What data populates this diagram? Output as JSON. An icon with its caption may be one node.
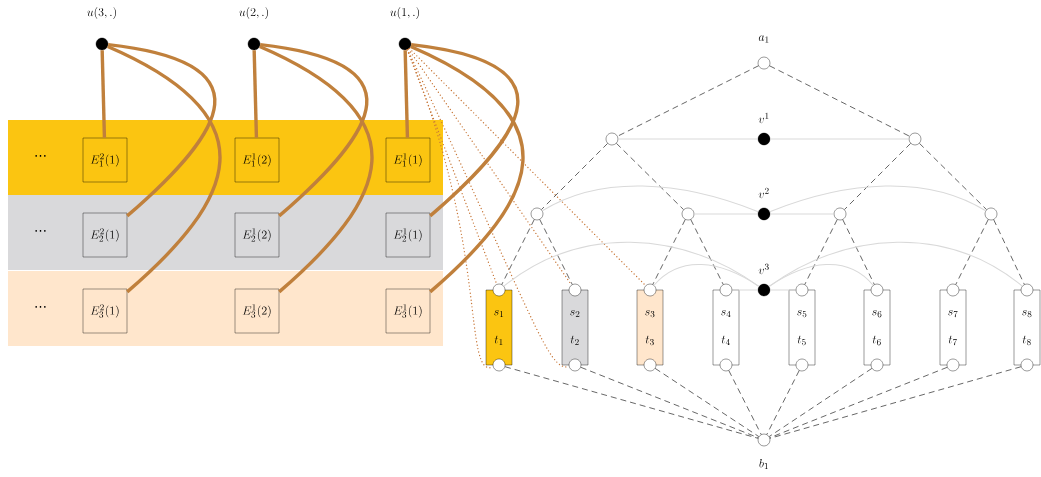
{
  "diagram": {
    "nodes": [
      {
        "text": [],
        "shape": "dot",
        "beside": [
          "u(3,.)"
        ]
      },
      {
        "text": [],
        "shape": "dot",
        "beside": [
          "u(2,.)"
        ]
      },
      {
        "text": [],
        "shape": "dot",
        "beside": [
          "u(1,.)"
        ]
      },
      {
        "text": [
          "⋯"
        ]
      },
      {
        "text": [
          "E_1^2(1)"
        ],
        "in": 3
      },
      {
        "text": [
          "E_1^1(2)"
        ],
        "in": 3
      },
      {
        "text": [
          "E_1^1(1)"
        ],
        "in": 3
      },
      {
        "text": [
          "⋯"
        ]
      },
      {
        "text": [
          "E_2^2(1)"
        ],
        "in": 7
      },
      {
        "text": [
          "E_2^1(2)"
        ],
        "in": 7
      },
      {
        "text": [
          "E_2^1(1)"
        ],
        "in": 7
      },
      {
        "text": [
          "⋯"
        ]
      },
      {
        "text": [
          "E_3^2(1)"
        ],
        "in": 11
      },
      {
        "text": [
          "E_3^1(2)"
        ],
        "in": 11
      },
      {
        "text": [
          "E_3^1(1)"
        ],
        "in": 11
      },
      {
        "text": [],
        "shape": "circle",
        "beside": [
          "a_1"
        ]
      },
      {
        "text": [],
        "shape": "circle"
      },
      {
        "text": [],
        "shape": "dot",
        "beside": [
          "v^1"
        ]
      },
      {
        "text": [],
        "shape": "circle"
      },
      {
        "text": [],
        "shape": "circle"
      },
      {
        "text": [],
        "shape": "circle"
      },
      {
        "text": [],
        "shape": "dot",
        "beside": [
          "v^2"
        ]
      },
      {
        "text": [],
        "shape": "circle"
      },
      {
        "text": [],
        "shape": "circle"
      },
      {
        "text": [],
        "shape": "dot",
        "beside": [
          "v^3"
        ]
      },
      {
        "text": [
          "s_1",
          "t_1"
        ]
      },
      {
        "text": [
          "s_2",
          "t_2"
        ]
      },
      {
        "text": [
          "s_3",
          "t_3"
        ]
      },
      {
        "text": [
          "s_4",
          "t_4"
        ]
      },
      {
        "text": [
          "s_5",
          "t_5"
        ]
      },
      {
        "text": [
          "s_6",
          "t_6"
        ]
      },
      {
        "text": [
          "s_7",
          "t_7"
        ]
      },
      {
        "text": [
          "s_8",
          "t_8"
        ]
      },
      {
        "text": [],
        "shape": "circle"
      },
      {
        "text": [],
        "shape": "circle"
      },
      {
        "text": [],
        "shape": "circle"
      },
      {
        "text": [],
        "shape": "circle"
      },
      {
        "text": [],
        "shape": "circle"
      },
      {
        "text": [],
        "shape": "circle"
      },
      {
        "text": [],
        "shape": "circle"
      },
      {
        "text": [],
        "shape": "circle"
      },
      {
        "text": [],
        "shape": "circle"
      },
      {
        "text": [],
        "shape": "circle"
      },
      {
        "text": [],
        "shape": "circle"
      },
      {
        "text": [],
        "shape": "circle"
      },
      {
        "text": [],
        "shape": "circle"
      },
      {
        "text": [],
        "shape": "circle"
      },
      {
        "text": [],
        "shape": "circle"
      },
      {
        "text": [],
        "shape": "circle"
      },
      {
        "text": [],
        "shape": "circle",
        "beside": [
          "b_1"
        ]
      }
    ],
    "edges": [
      {
        "from": 0,
        "to": 4,
        "arrow": "none",
        "style": "thick",
        "color": "#c0803c"
      },
      {
        "from": 0,
        "to": 8,
        "arrow": "none",
        "style": "thick",
        "color": "#c0803c"
      },
      {
        "from": 0,
        "to": 12,
        "arrow": "none",
        "style": "thick",
        "color": "#c0803c"
      },
      {
        "from": 1,
        "to": 5,
        "arrow": "none",
        "style": "thick",
        "color": "#c0803c"
      },
      {
        "from": 1,
        "to": 9,
        "arrow": "none",
        "style": "thick",
        "color": "#c0803c"
      },
      {
        "from": 1,
        "to": 13,
        "arrow": "none",
        "style": "thick",
        "color": "#c0803c"
      },
      {
        "from": 2,
        "to": 6,
        "arrow": "none",
        "style": "thick",
        "color": "#c0803c"
      },
      {
        "from": 2,
        "to": 10,
        "arrow": "none",
        "style": "thick",
        "color": "#c0803c"
      },
      {
        "from": 2,
        "to": 14,
        "arrow": "none",
        "style": "thick",
        "color": "#c0803c"
      },
      {
        "from": 2,
        "to": 33,
        "arrow": "none",
        "style": "dashed",
        "color": "#c8783a"
      },
      {
        "from": 2,
        "to": 41,
        "arrow": "none",
        "style": "dashed",
        "color": "#c8783a"
      },
      {
        "from": 2,
        "to": 34,
        "arrow": "none",
        "style": "dashed",
        "color": "#c8783a"
      },
      {
        "from": 2,
        "to": 42,
        "arrow": "none",
        "style": "dashed",
        "color": "#c8783a"
      },
      {
        "from": 2,
        "to": 35,
        "arrow": "none",
        "style": "dashed",
        "color": "#c8783a"
      },
      {
        "from": 15,
        "to": 16,
        "arrow": "none",
        "style": "dashed"
      },
      {
        "from": 15,
        "to": 18,
        "arrow": "none",
        "style": "dashed"
      },
      {
        "from": 16,
        "to": 19,
        "arrow": "none",
        "style": "dashed"
      },
      {
        "from": 16,
        "to": 20,
        "arrow": "none",
        "style": "dashed"
      },
      {
        "from": 18,
        "to": 22,
        "arrow": "none",
        "style": "dashed"
      },
      {
        "from": 18,
        "to": 23,
        "arrow": "none",
        "style": "dashed"
      },
      {
        "from": 19,
        "to": 33,
        "arrow": "none",
        "style": "dashed"
      },
      {
        "from": 19,
        "to": 34,
        "arrow": "none",
        "style": "dashed"
      },
      {
        "from": 20,
        "to": 35,
        "arrow": "none",
        "style": "dashed"
      },
      {
        "from": 20,
        "to": 36,
        "arrow": "none",
        "style": "dashed"
      },
      {
        "from": 22,
        "to": 37,
        "arrow": "none",
        "style": "dashed"
      },
      {
        "from": 22,
        "to": 38,
        "arrow": "none",
        "style": "dashed"
      },
      {
        "from": 23,
        "to": 39,
        "arrow": "none",
        "style": "dashed"
      },
      {
        "from": 23,
        "to": 40,
        "arrow": "none",
        "style": "dashed"
      },
      {
        "from": 41,
        "to": 49,
        "arrow": "none",
        "style": "dashed"
      },
      {
        "from": 42,
        "to": 49,
        "arrow": "none",
        "style": "dashed"
      },
      {
        "from": 43,
        "to": 49,
        "arrow": "none",
        "style": "dashed"
      },
      {
        "from": 44,
        "to": 49,
        "arrow": "none",
        "style": "dashed"
      },
      {
        "from": 45,
        "to": 49,
        "arrow": "none",
        "style": "dashed"
      },
      {
        "from": 46,
        "to": 49,
        "arrow": "none",
        "style": "dashed"
      },
      {
        "from": 47,
        "to": 49,
        "arrow": "none",
        "style": "dashed"
      },
      {
        "from": 48,
        "to": 49,
        "arrow": "none",
        "style": "dashed"
      },
      {
        "from": 16,
        "to": 17,
        "arrow": "none",
        "color": "#d9d9d9"
      },
      {
        "from": 17,
        "to": 18,
        "arrow": "none",
        "color": "#d9d9d9"
      },
      {
        "from": 19,
        "to": 21,
        "arrow": "none",
        "color": "#d9d9d9"
      },
      {
        "from": 20,
        "to": 21,
        "arrow": "none",
        "color": "#d9d9d9"
      },
      {
        "from": 21,
        "to": 22,
        "arrow": "none",
        "color": "#d9d9d9"
      },
      {
        "from": 21,
        "to": 23,
        "arrow": "none",
        "color": "#d9d9d9"
      },
      {
        "from": 33,
        "to": 24,
        "arrow": "none",
        "color": "#d9d9d9"
      },
      {
        "from": 35,
        "to": 24,
        "arrow": "none",
        "color": "#d9d9d9"
      },
      {
        "from": 36,
        "to": 24,
        "arrow": "none",
        "color": "#d9d9d9"
      },
      {
        "from": 24,
        "to": 37,
        "arrow": "none",
        "color": "#d9d9d9"
      },
      {
        "from": 24,
        "to": 38,
        "arrow": "none",
        "color": "#d9d9d9"
      },
      {
        "from": 24,
        "to": 40,
        "arrow": "none",
        "color": "#d9d9d9"
      }
    ]
  }
}
